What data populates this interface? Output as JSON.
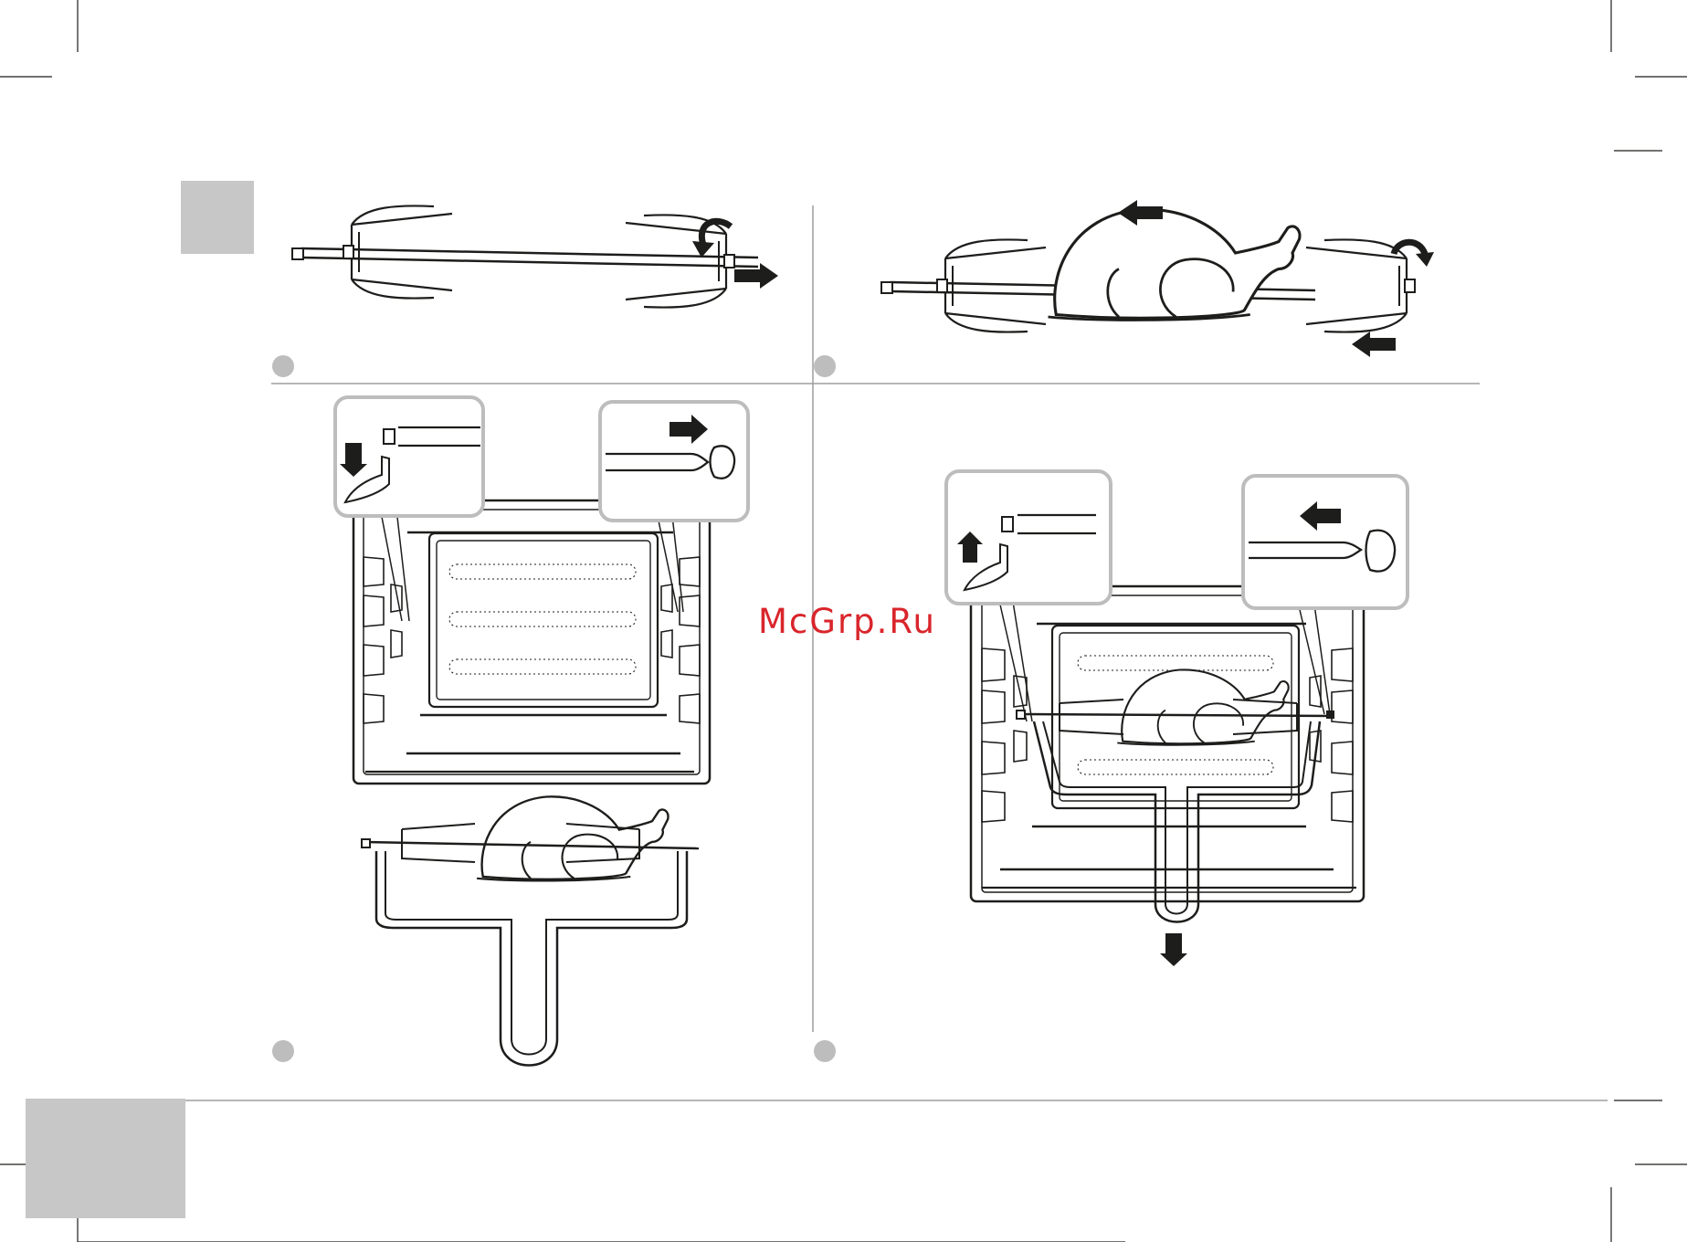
{
  "page": {
    "watermark": "McGrp.Ru",
    "watermark_color": "#d9252b",
    "line_color": "#1d1d1b",
    "bubble_border_color": "#bdbdbd",
    "tab_color": "#c7c7c7",
    "step_marker_color": "#bdbdbd"
  },
  "figures": [
    {
      "name": "spit-fork-release",
      "icons": [
        "rotate-arrow-icon",
        "arrow-right-icon"
      ]
    },
    {
      "name": "chicken-on-spit",
      "icons": [
        "arrow-left-icon",
        "rotate-arrow-icon"
      ]
    },
    {
      "name": "insert-spit-into-oven",
      "icons": [
        "arrow-down-icon",
        "arrow-right-icon"
      ]
    },
    {
      "name": "remove-spit-with-handle",
      "icons": [
        "arrow-up-icon",
        "arrow-left-icon",
        "arrow-down-icon"
      ]
    }
  ]
}
